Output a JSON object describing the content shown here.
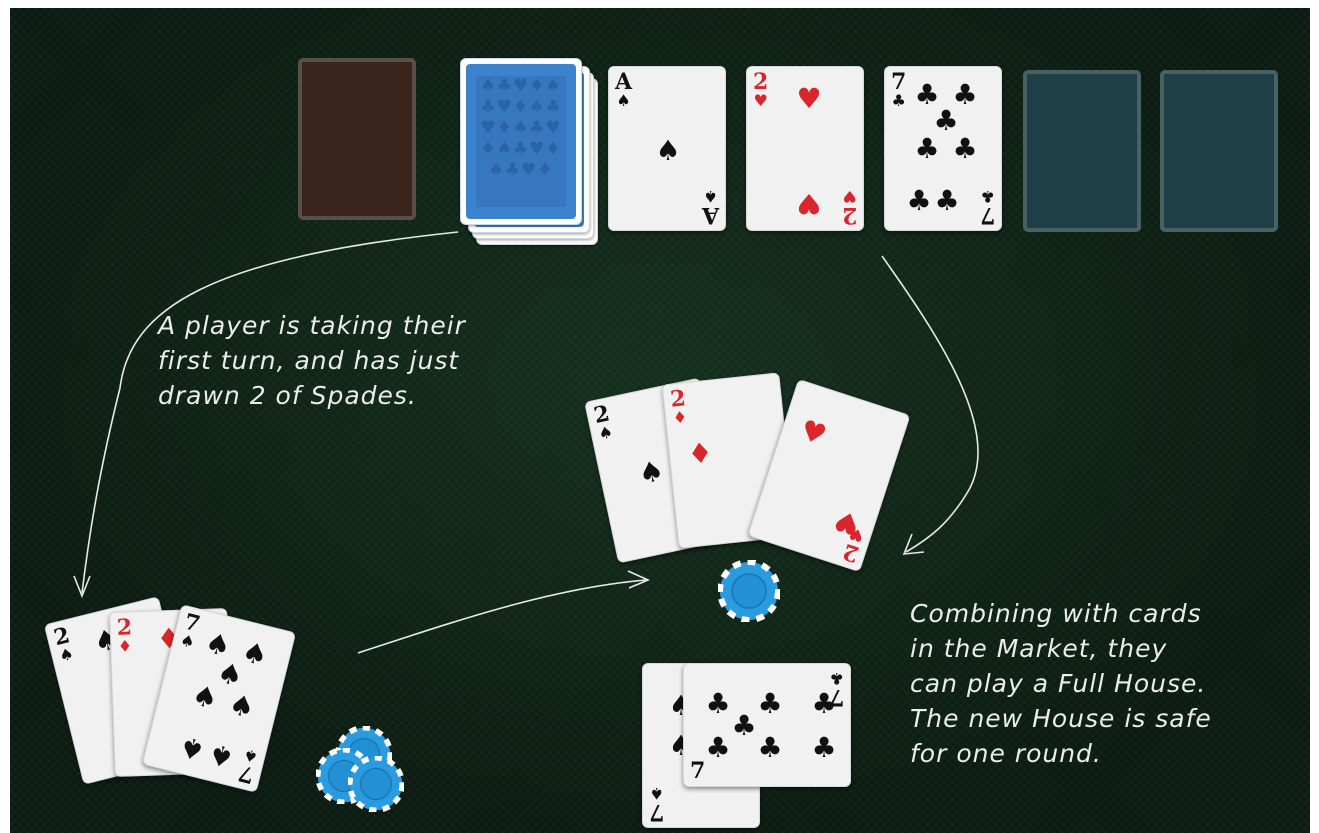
{
  "notes": {
    "left": "A player is taking their\nfirst turn, and has just\ndrawn 2 of Spades.",
    "right": "Combining with cards\nin the Market, they\ncan play a Full House.\nThe new House is safe\nfor one round."
  },
  "market": [
    {
      "rank": "A",
      "suit": "♠",
      "color": "black"
    },
    {
      "rank": "2",
      "suit": "♥",
      "color": "red"
    },
    {
      "rank": "7",
      "suit": "♣",
      "color": "black"
    }
  ],
  "hand": [
    {
      "rank": "2",
      "suit": "♠",
      "color": "black"
    },
    {
      "rank": "2",
      "suit": "♦",
      "color": "red"
    },
    {
      "rank": "7",
      "suit": "♠",
      "color": "black"
    }
  ],
  "house_pairs": [
    {
      "rank": "2",
      "suit": "♠",
      "color": "black"
    },
    {
      "rank": "2",
      "suit": "♦",
      "color": "red"
    },
    {
      "rank": "2",
      "suit": "♥",
      "color": "red"
    }
  ],
  "house_sevens": [
    {
      "rank": "7",
      "suit": "♠",
      "color": "black"
    },
    {
      "rank": "7",
      "suit": "♣",
      "color": "black"
    }
  ],
  "deck_back_pattern": "♠♣♥♦♠♣♥♦♠♣♥♦♠♣♥♦♠♣♥♦♠♣♥♦",
  "colors": {
    "table": "#0e1f15",
    "chip": "#2b9be0",
    "red": "#d8262c",
    "black": "#111111",
    "deck": "#3b83cc"
  }
}
